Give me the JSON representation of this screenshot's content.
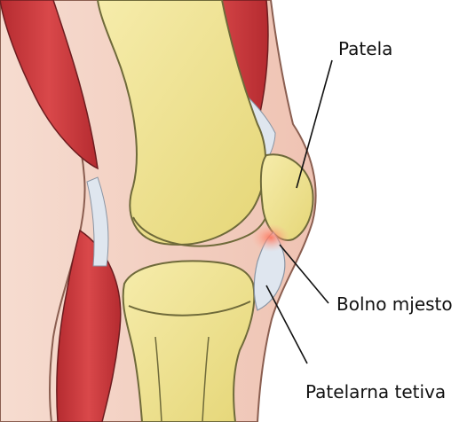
{
  "labels": {
    "patela": "Patela",
    "bolno_mjesto": "Bolno mjesto",
    "patelarna_tetiva": "Patelarna tetiva"
  },
  "colors": {
    "skin": "#f3cfc1",
    "bone": "#f1e69a",
    "bone_outline": "#6f6a3a",
    "muscle": "#c9373a",
    "tendon": "#dfe6ef",
    "pain_spot": "#ff8a6a",
    "leader_line": "#111111"
  }
}
